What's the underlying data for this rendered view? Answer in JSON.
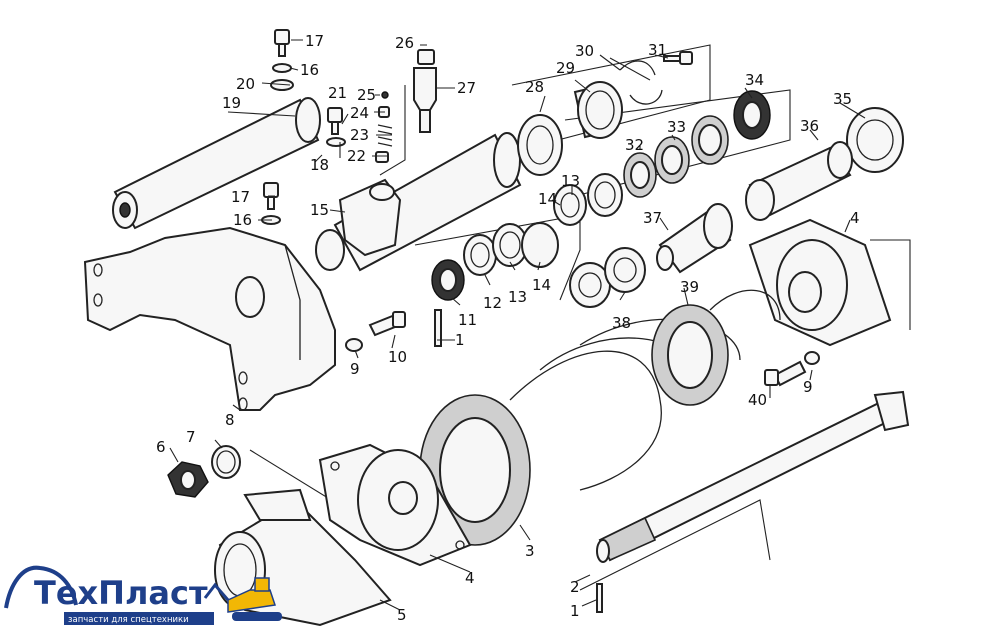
{
  "labels": {
    "p1a": "1",
    "p1b": "1",
    "p2": "2",
    "p3": "3",
    "p4a": "4",
    "p4b": "4",
    "p5": "5",
    "p6": "6",
    "p7": "7",
    "p8": "8",
    "p9a": "9",
    "p9b": "9",
    "p10": "10",
    "p11": "11",
    "p12": "12",
    "p13a": "13",
    "p13b": "13",
    "p14a": "14",
    "p14b": "14",
    "p15": "15",
    "p16a": "16",
    "p16b": "16",
    "p17a": "17",
    "p17b": "17",
    "p18": "18",
    "p19": "19",
    "p20": "20",
    "p21": "21",
    "p22": "22",
    "p23": "23",
    "p24": "24",
    "p25": "25",
    "p26": "26",
    "p27": "27",
    "p28": "28",
    "p29": "29",
    "p30": "30",
    "p31": "31",
    "p32": "32",
    "p33": "33",
    "p34": "34",
    "p35": "35",
    "p36": "36",
    "p37": "37",
    "p38": "38",
    "p39": "39",
    "p40": "40"
  },
  "logo": {
    "name": "ТехПласт",
    "tagline": "запчасти для спецтехники"
  },
  "colors": {
    "line": "#222222",
    "logo_text": "#1e3f8a",
    "logo_accent": "#f2b705"
  }
}
